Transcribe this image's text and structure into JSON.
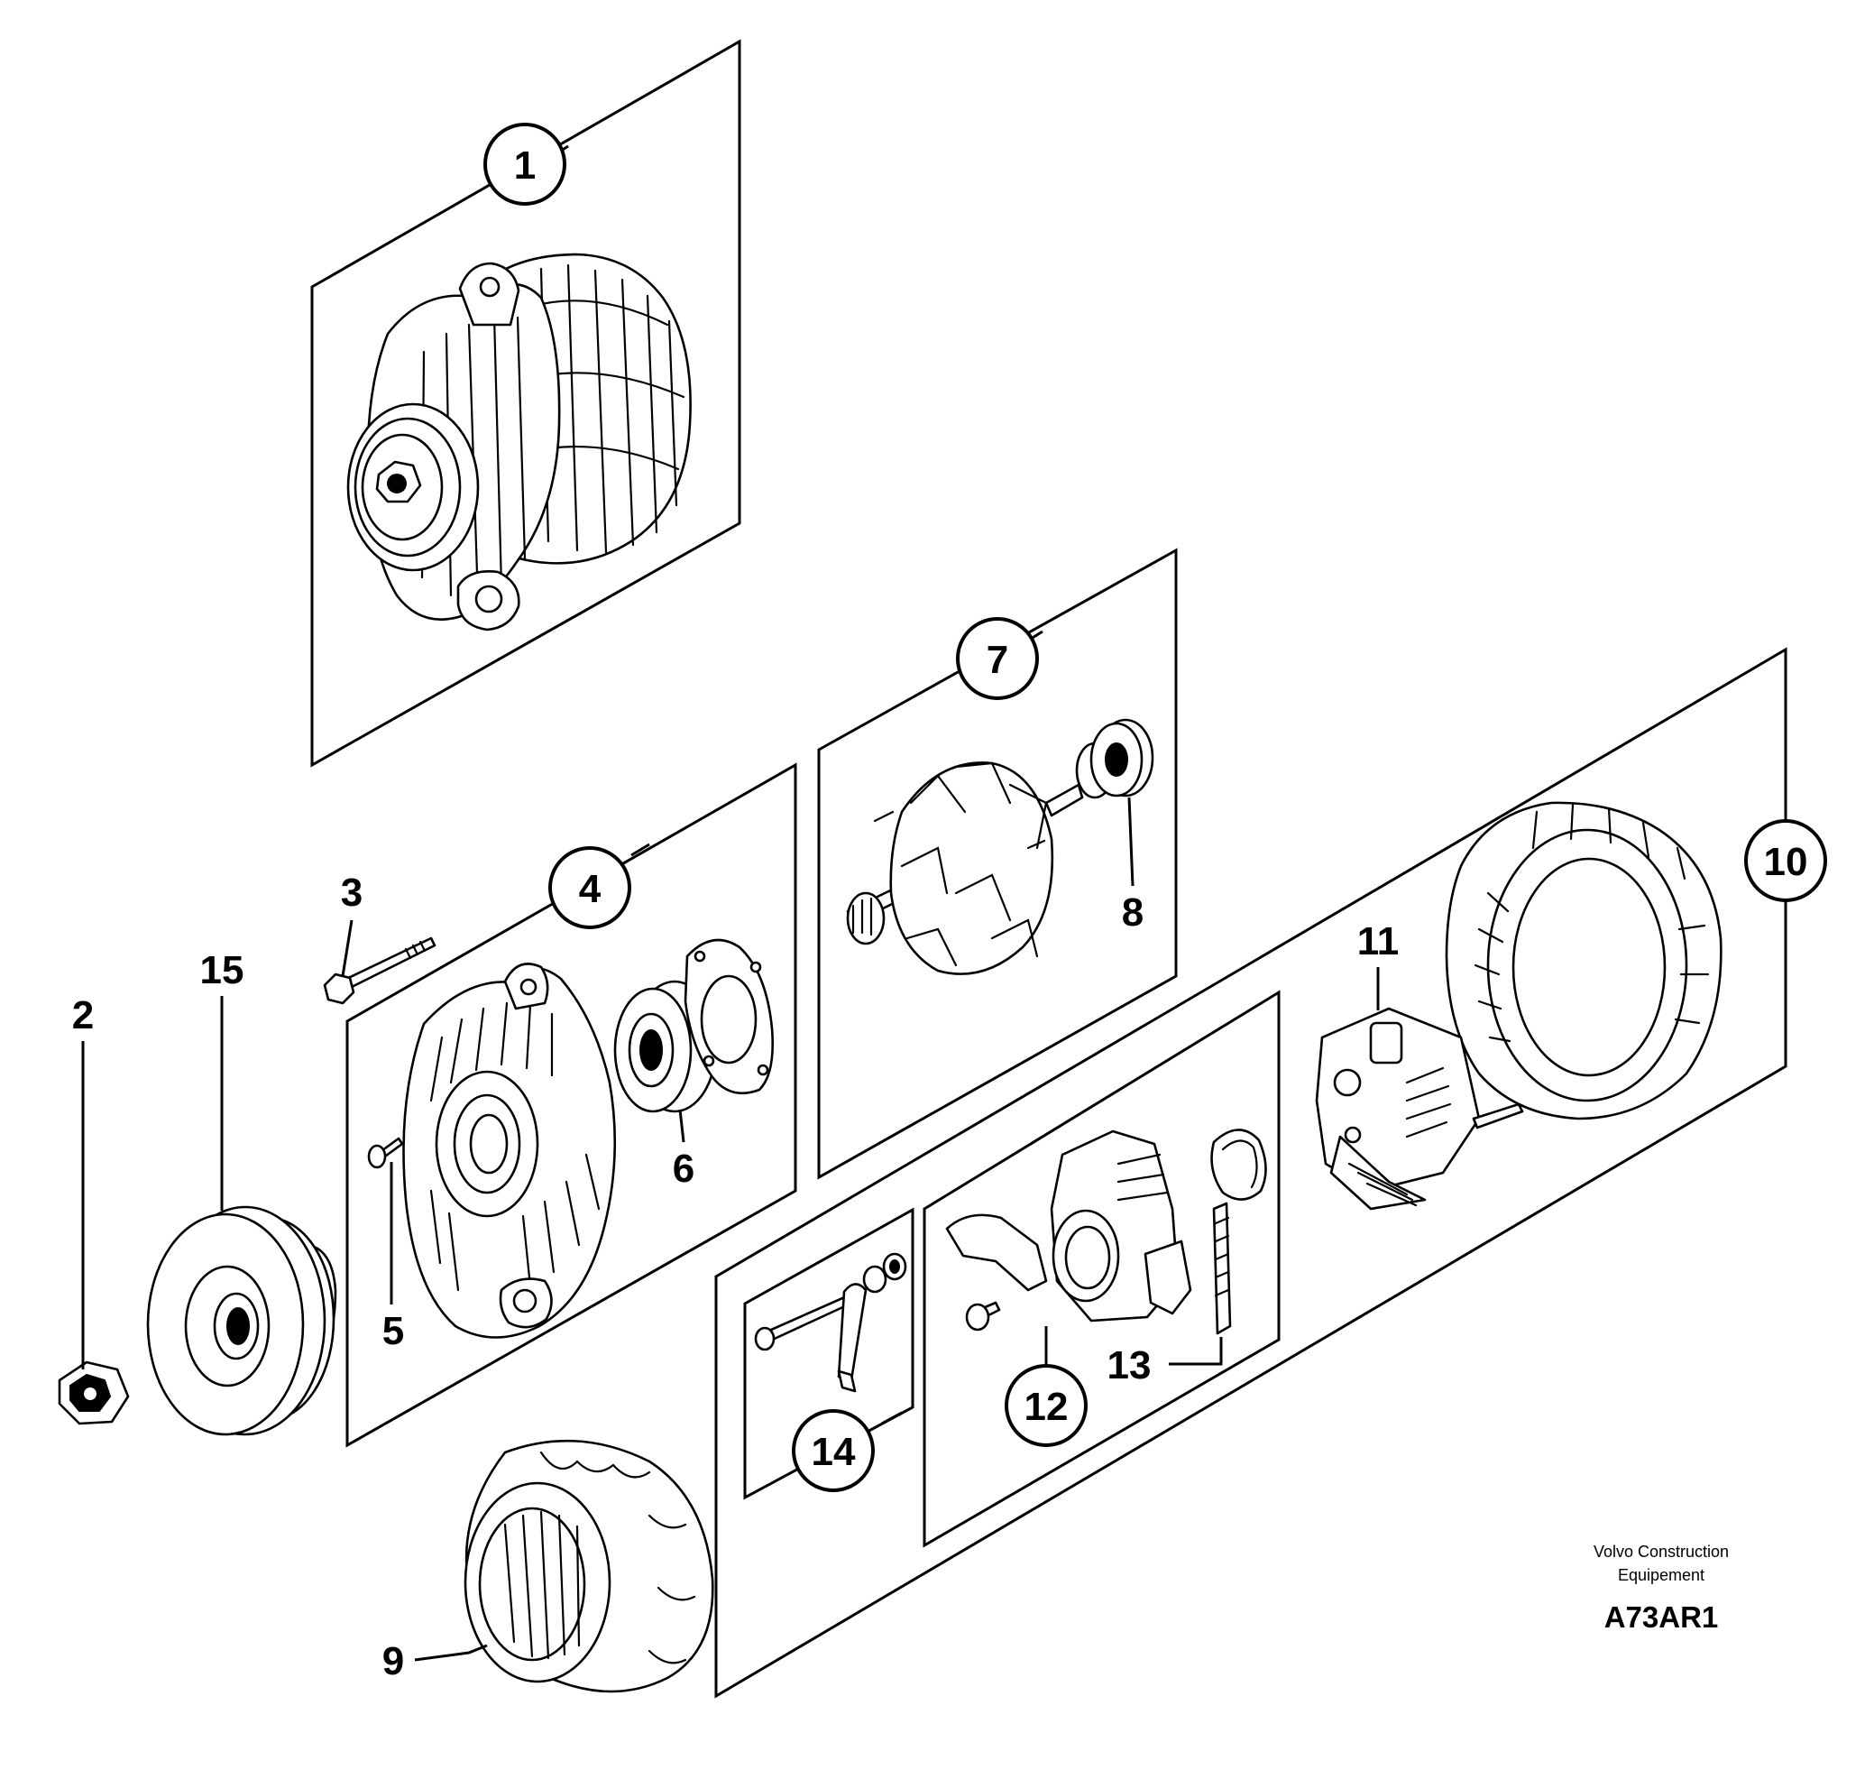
{
  "callouts": {
    "c1": "1",
    "c2": "2",
    "c3": "3",
    "c4": "4",
    "c5": "5",
    "c6": "6",
    "c7": "7",
    "c8": "8",
    "c9": "9",
    "c10": "10",
    "c11": "11",
    "c12": "12",
    "c13": "13",
    "c14": "14",
    "c15": "15"
  },
  "footer": {
    "publisher_line1": "Volvo Construction",
    "publisher_line2": "Equipement",
    "figure_code": "A73AR1"
  },
  "colors": {
    "ink": "#000000",
    "paper": "#ffffff"
  }
}
